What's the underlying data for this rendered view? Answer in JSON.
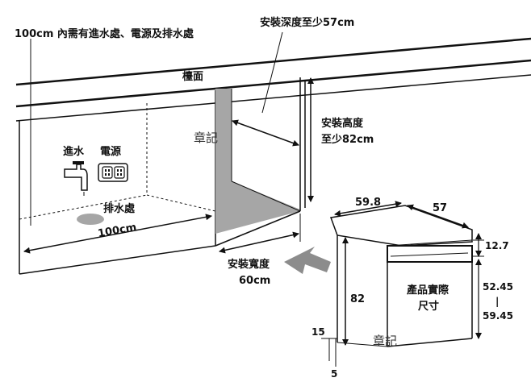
{
  "labels": {
    "utilities_note": "100cm 內需有進水處、電源及排水處",
    "min_depth": "安裝深度至少57cm",
    "countertop": "檯面",
    "install_height_1": "安裝高度",
    "install_height_2": "至少82cm",
    "water_inlet": "進水",
    "power": "電源",
    "drain": "排水處",
    "span_100cm": "100cm",
    "install_width_1": "安裝寬度",
    "install_width_2": "60cm",
    "product_size_1": "產品實際",
    "product_size_2": "尺寸",
    "watermark": "章記"
  },
  "dimensions": {
    "width": "59.8",
    "depth": "57",
    "top_panel": "12.7",
    "height": "82",
    "door_range_top": "52.45",
    "door_range_sep": "|",
    "door_range_bottom": "59.45",
    "kick_height": "15",
    "kick_depth": "5"
  },
  "colors": {
    "line": "#111111",
    "shade": "#a6a6a6",
    "arrow": "#8c8c8c",
    "background": "#ffffff"
  },
  "icons": [
    "faucet-icon",
    "power-outlet-icon",
    "drain-icon",
    "direction-arrow-icon"
  ]
}
